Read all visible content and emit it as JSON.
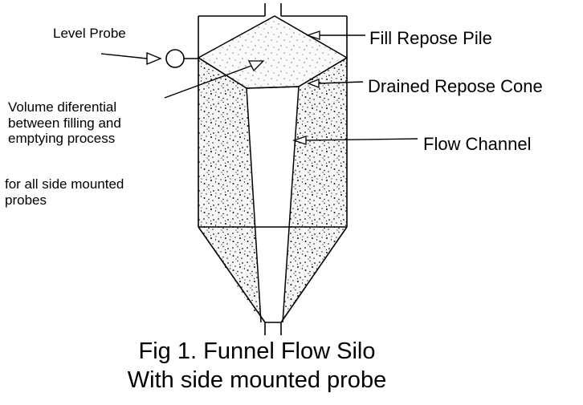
{
  "labels": {
    "level_probe": "Level Probe",
    "fill_repose_pile": "Fill Repose Pile",
    "drained_repose_cone": "Drained Repose Cone",
    "flow_channel": "Flow Channel",
    "volume_differential": [
      "Volume diferential",
      "between filling and",
      "emptying process"
    ],
    "side_probes": [
      "for all side mounted",
      "probes"
    ]
  },
  "caption": {
    "line1": "Fig  1.  Funnel Flow Silo",
    "line2": "With side mounted probe"
  },
  "colors": {
    "ink": "#000000",
    "material_fill": "#f2f2f2",
    "background": "#ffffff"
  }
}
